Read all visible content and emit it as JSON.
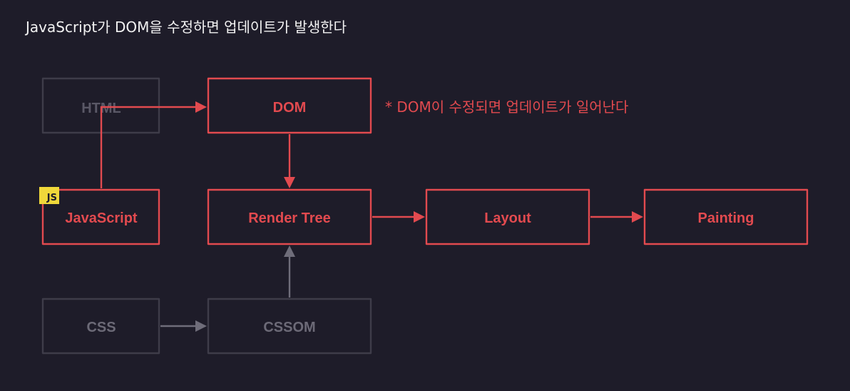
{
  "title": "JavaScript가 DOM을 수정하면 업데이트가 발생한다",
  "note": "* DOM이 수정되면 업데이트가 일어난다",
  "js_badge": "JS",
  "nodes": {
    "html": "HTML",
    "dom": "DOM",
    "javascript": "JavaScript",
    "render_tree": "Render Tree",
    "layout": "Layout",
    "painting": "Painting",
    "css": "CSS",
    "cssom": "CSSOM"
  },
  "colors": {
    "background": "#1e1c29",
    "accent": "#e24a4f",
    "dim": "#3e3c49",
    "badge": "#f0d83a"
  }
}
